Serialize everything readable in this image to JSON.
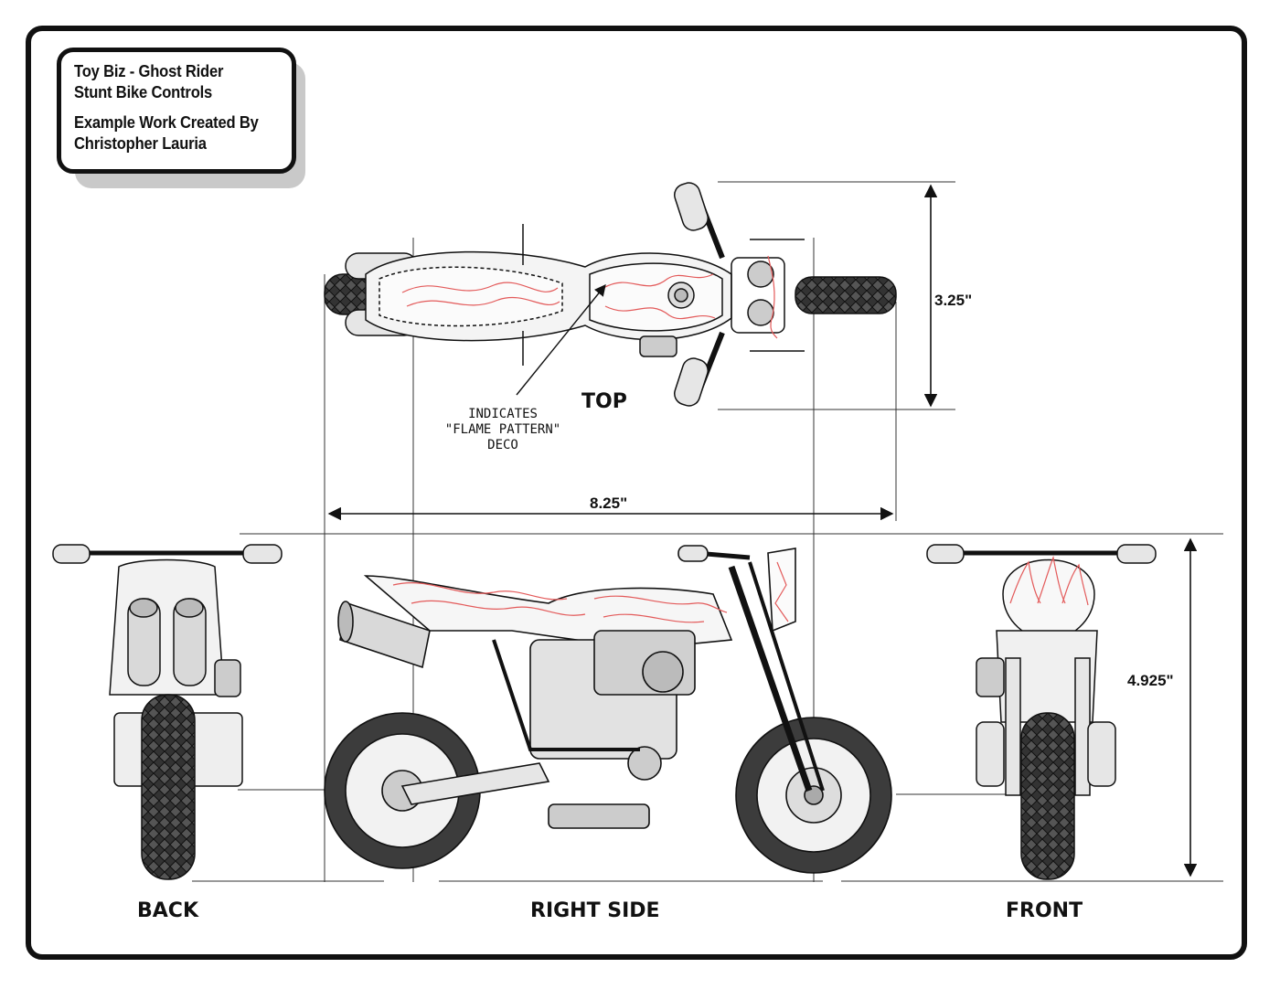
{
  "title_block": {
    "line1": "Toy Biz - Ghost Rider",
    "line2": "Stunt Bike Controls",
    "line3": "Example Work Created By",
    "line4": "Christopher Lauria"
  },
  "views": {
    "top": "TOP",
    "back": "BACK",
    "right_side": "RIGHT SIDE",
    "front": "FRONT"
  },
  "dimensions": {
    "width": "3.25\"",
    "length": "8.25\"",
    "height": "4.925\""
  },
  "callout": {
    "line1": "INDICATES",
    "line2": "\"FLAME PATTERN\"",
    "line3": "DECO"
  },
  "colors": {
    "ink": "#111111",
    "flame": "#e35a5a",
    "metal": "#d9d9d9"
  }
}
